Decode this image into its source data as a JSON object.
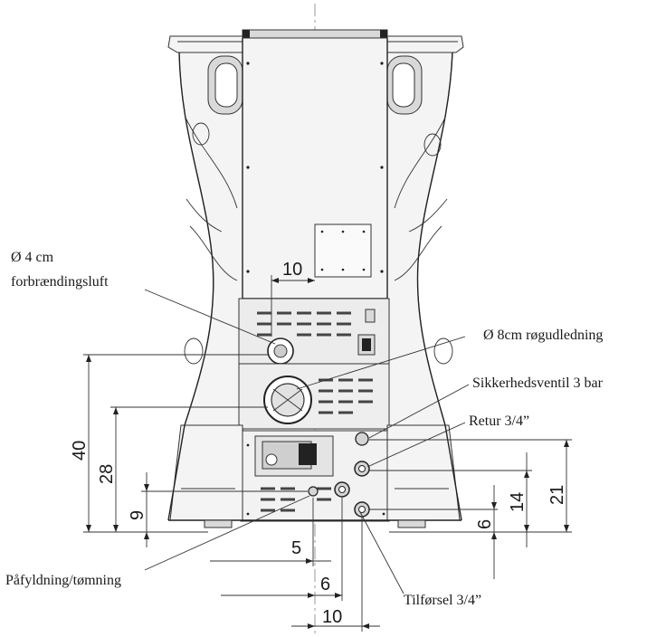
{
  "labels": {
    "combustion_air_line1": "Ø 4 cm",
    "combustion_air_line2": "forbrændingsluft",
    "flue_outlet": "Ø 8cm røgudledning",
    "safety_valve": "Sikkerhedsventil 3 bar",
    "return": "Retur 3/4”",
    "fill_drain": "Påfyldning/tømning",
    "supply": "Tilførsel 3/4”"
  },
  "dimensions": {
    "air_offset": "10",
    "height_air": "40",
    "height_flue": "28",
    "height_fill": "9",
    "height_return": "21",
    "height_valve": "14",
    "height_supply": "6",
    "horiz_fill": "5",
    "horiz_return": "6",
    "horiz_supply": "10"
  },
  "colors": {
    "line": "#222222",
    "fill_light": "#f4f4f4",
    "fill_grey": "#d9d9d9"
  }
}
